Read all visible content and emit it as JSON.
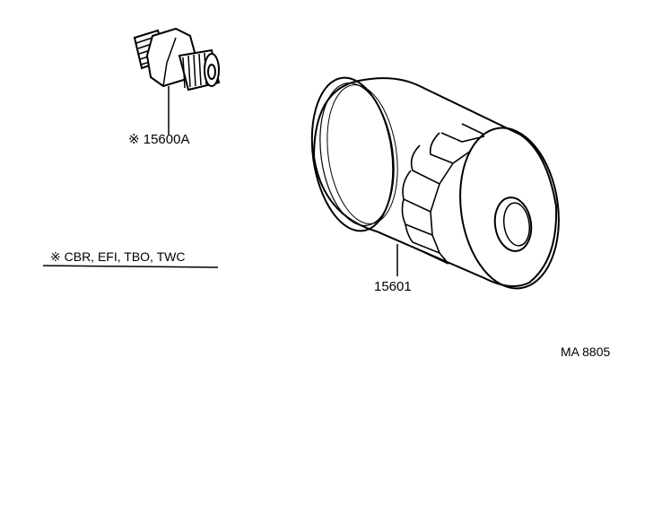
{
  "diagram": {
    "parts": [
      {
        "id": "oil-pressure-switch-union",
        "label": "※ 15600A"
      },
      {
        "id": "oil-filter",
        "label": "15601"
      }
    ],
    "note": "※  CBR, EFI, TBO, TWC",
    "figure_code": "MA 8805",
    "colors": {
      "line": "#000000",
      "background": "#ffffff"
    }
  }
}
